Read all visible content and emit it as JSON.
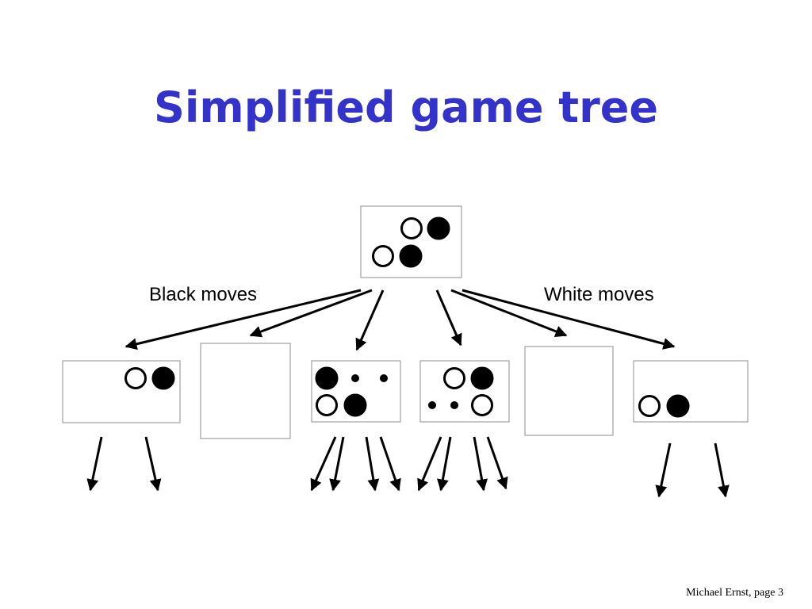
{
  "slide": {
    "title": "Simplified game tree",
    "label_black_moves": "Black moves",
    "label_white_moves": "White moves",
    "footer": "Michael Ernst, page 3"
  },
  "colors": {
    "title": "#3333cc",
    "box_border": "#8c8c8c",
    "ink": "#000000"
  },
  "tree": {
    "root": {
      "stones": [
        [
          "",
          "",
          "white",
          "black"
        ],
        [
          "white",
          "black",
          "",
          ""
        ]
      ]
    },
    "children": [
      {
        "name": "child-1",
        "stones": [
          [
            "",
            "",
            "white",
            "black"
          ]
        ],
        "leaf_arrows": 2
      },
      {
        "name": "child-2",
        "stones": [],
        "leaf_arrows": 0
      },
      {
        "name": "child-3",
        "stones": [
          [
            "black",
            "dot",
            "dot"
          ],
          [
            "white",
            "black",
            ""
          ]
        ],
        "leaf_arrows": 4
      },
      {
        "name": "child-4",
        "stones": [
          [
            "",
            "white",
            "black"
          ],
          [
            "dot",
            "dot",
            "white"
          ]
        ],
        "leaf_arrows": 4
      },
      {
        "name": "child-5",
        "stones": [],
        "leaf_arrows": 0
      },
      {
        "name": "child-6",
        "stones": [
          [
            "white",
            "black",
            "",
            ""
          ]
        ],
        "leaf_arrows": 2
      }
    ]
  }
}
